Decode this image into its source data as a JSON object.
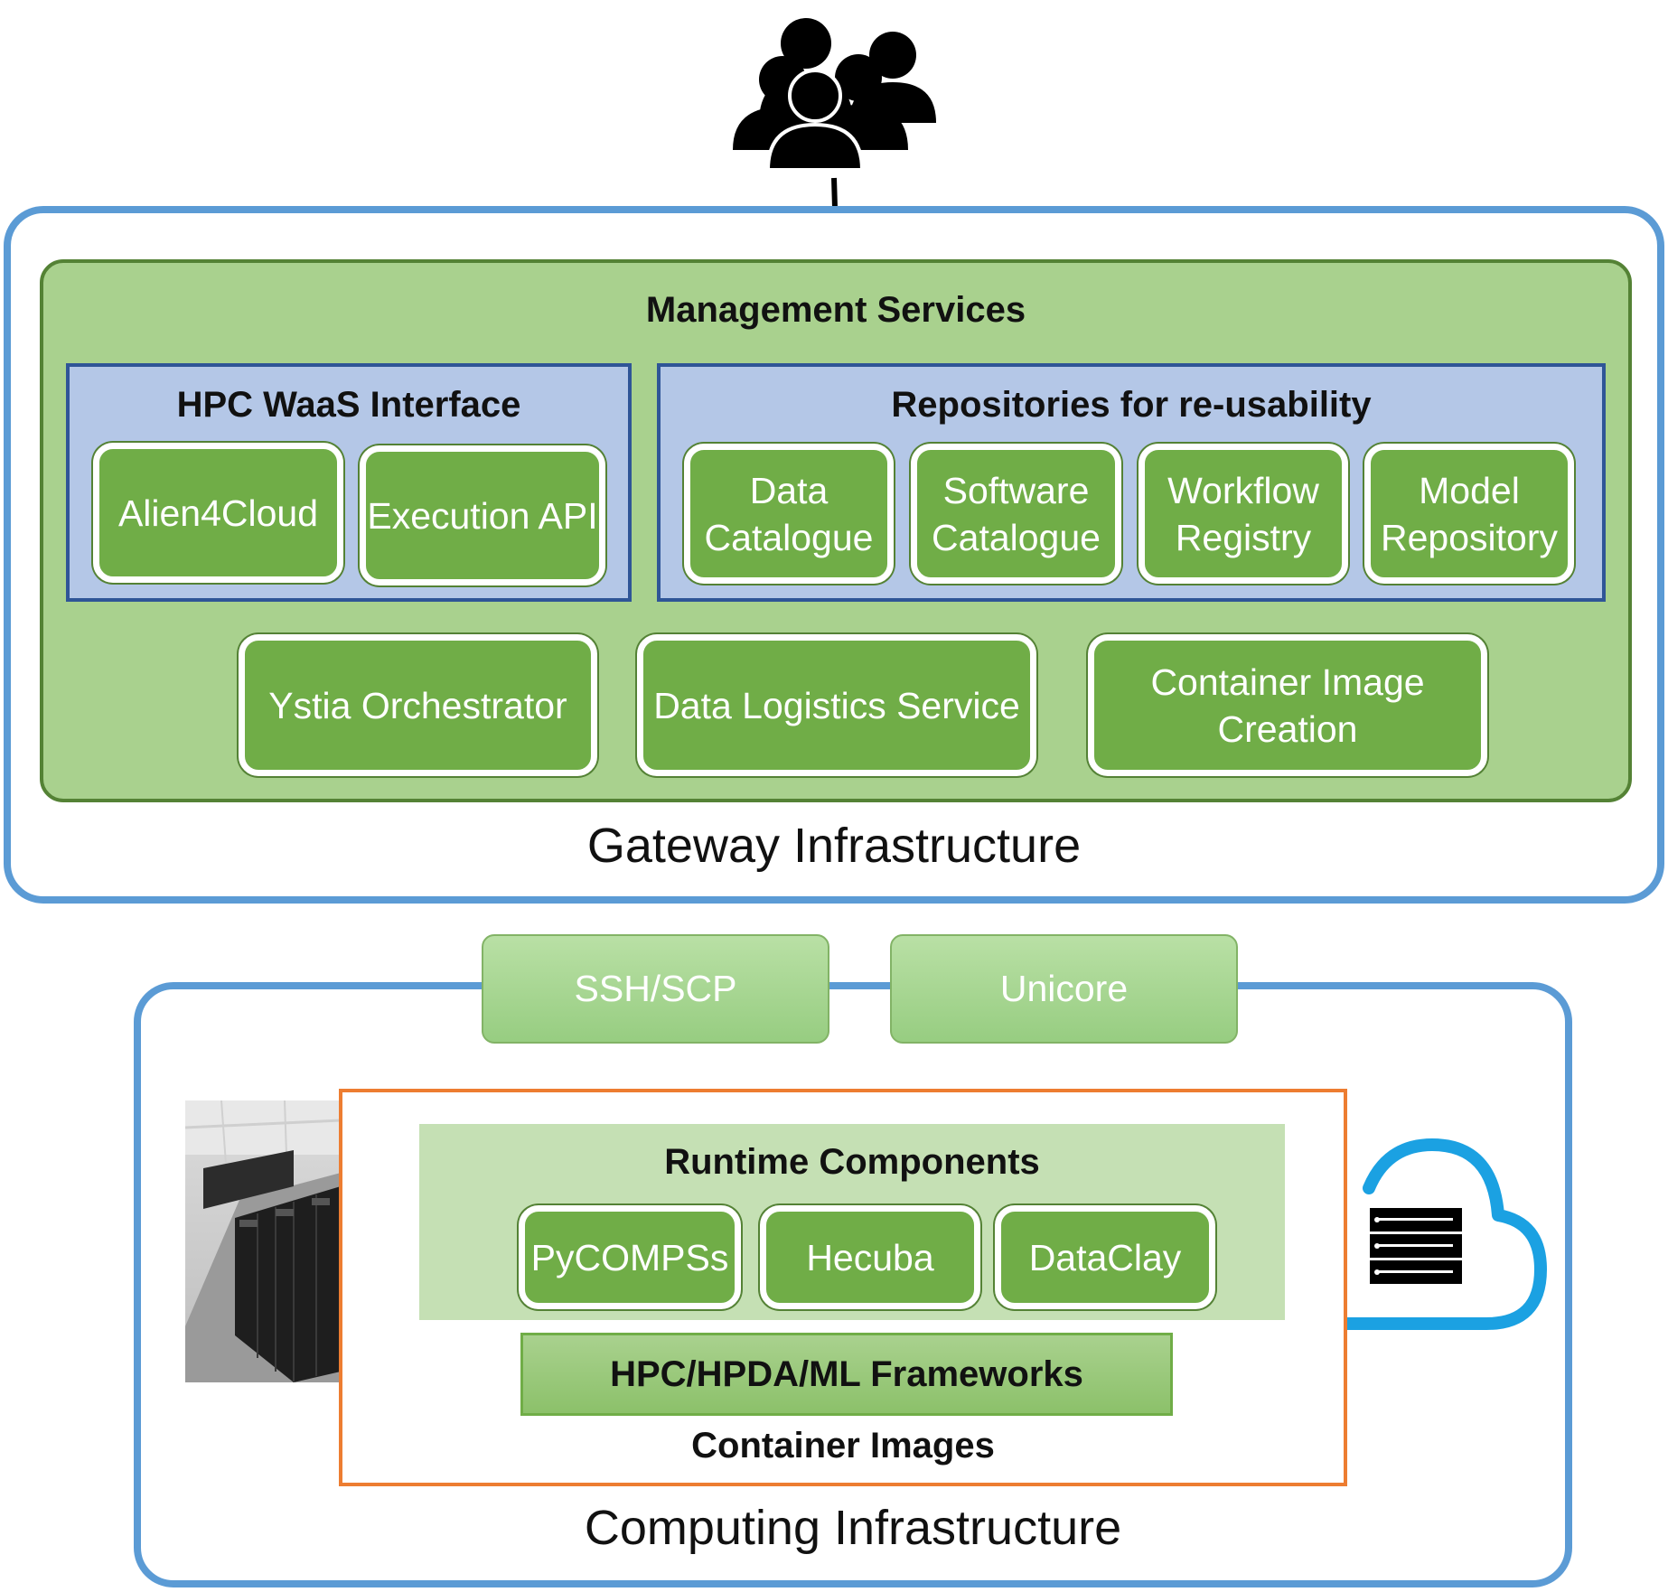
{
  "management": {
    "title": "Management Services",
    "hpc_waas": {
      "title": "HPC WaaS Interface",
      "items": [
        "Alien4Cloud",
        "Execution API"
      ]
    },
    "repositories": {
      "title": "Repositories for re-usability",
      "items": [
        "Data Catalogue",
        "Software Catalogue",
        "Workflow Registry",
        "Model Repository"
      ]
    },
    "services": [
      "Ystia Orchestrator",
      "Data Logistics Service",
      "Container Image Creation"
    ]
  },
  "gateway": {
    "label": "Gateway Infrastructure"
  },
  "connectors": [
    "SSH/SCP",
    "Unicore"
  ],
  "computing": {
    "label": "Computing Infrastructure",
    "runtime": {
      "title": "Runtime Components",
      "items": [
        "PyCOMPSs",
        "Hecuba",
        "DataClay"
      ]
    },
    "frameworks": "HPC/HPDA/ML Frameworks",
    "container_images": "Container Images"
  },
  "colors": {
    "outer_border": "#5b9bd5",
    "management_fill": "#a9d18e",
    "component_fill": "#70ad47",
    "panel_fill": "#b4c7e7",
    "container_border": "#ed7d31",
    "cloud": "#1ba1e2"
  },
  "icons": [
    "users-icon",
    "arrow-down-icon",
    "datacenter-photo",
    "cloud-server-icon"
  ]
}
